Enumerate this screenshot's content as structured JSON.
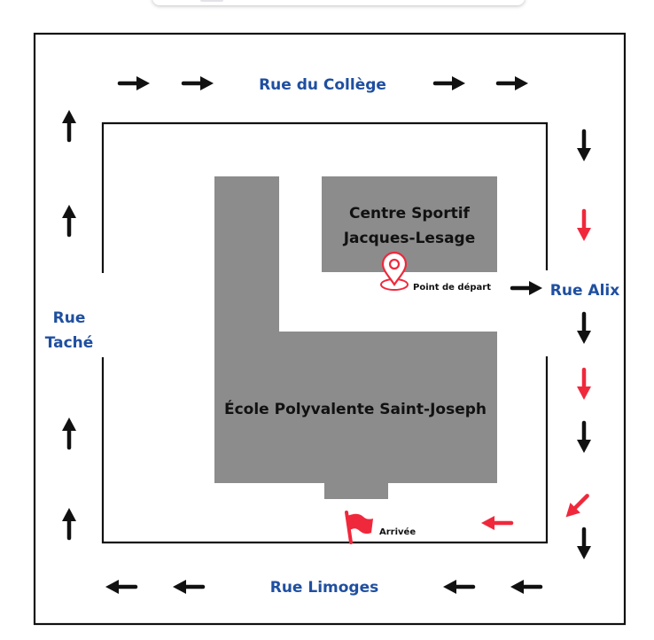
{
  "streets": {
    "north": "Rue du Collège",
    "east": "Rue Alix",
    "west_line1": "Rue",
    "west_line2": "Taché",
    "south": "Rue Limoges"
  },
  "buildings": {
    "sports_line1": "Centre Sportif",
    "sports_line2": "Jacques-Lesage",
    "school": "École Polyvalente Saint-Joseph"
  },
  "markers": {
    "start": "Point de départ",
    "finish": "Arrivée"
  },
  "colors": {
    "street_text": "#1f4fa0",
    "building_fill": "#8c8c8c",
    "route_red": "#f0283c",
    "arrow_black": "#111111"
  },
  "icons": {
    "start": "map-pin-icon",
    "finish": "flag-icon"
  }
}
